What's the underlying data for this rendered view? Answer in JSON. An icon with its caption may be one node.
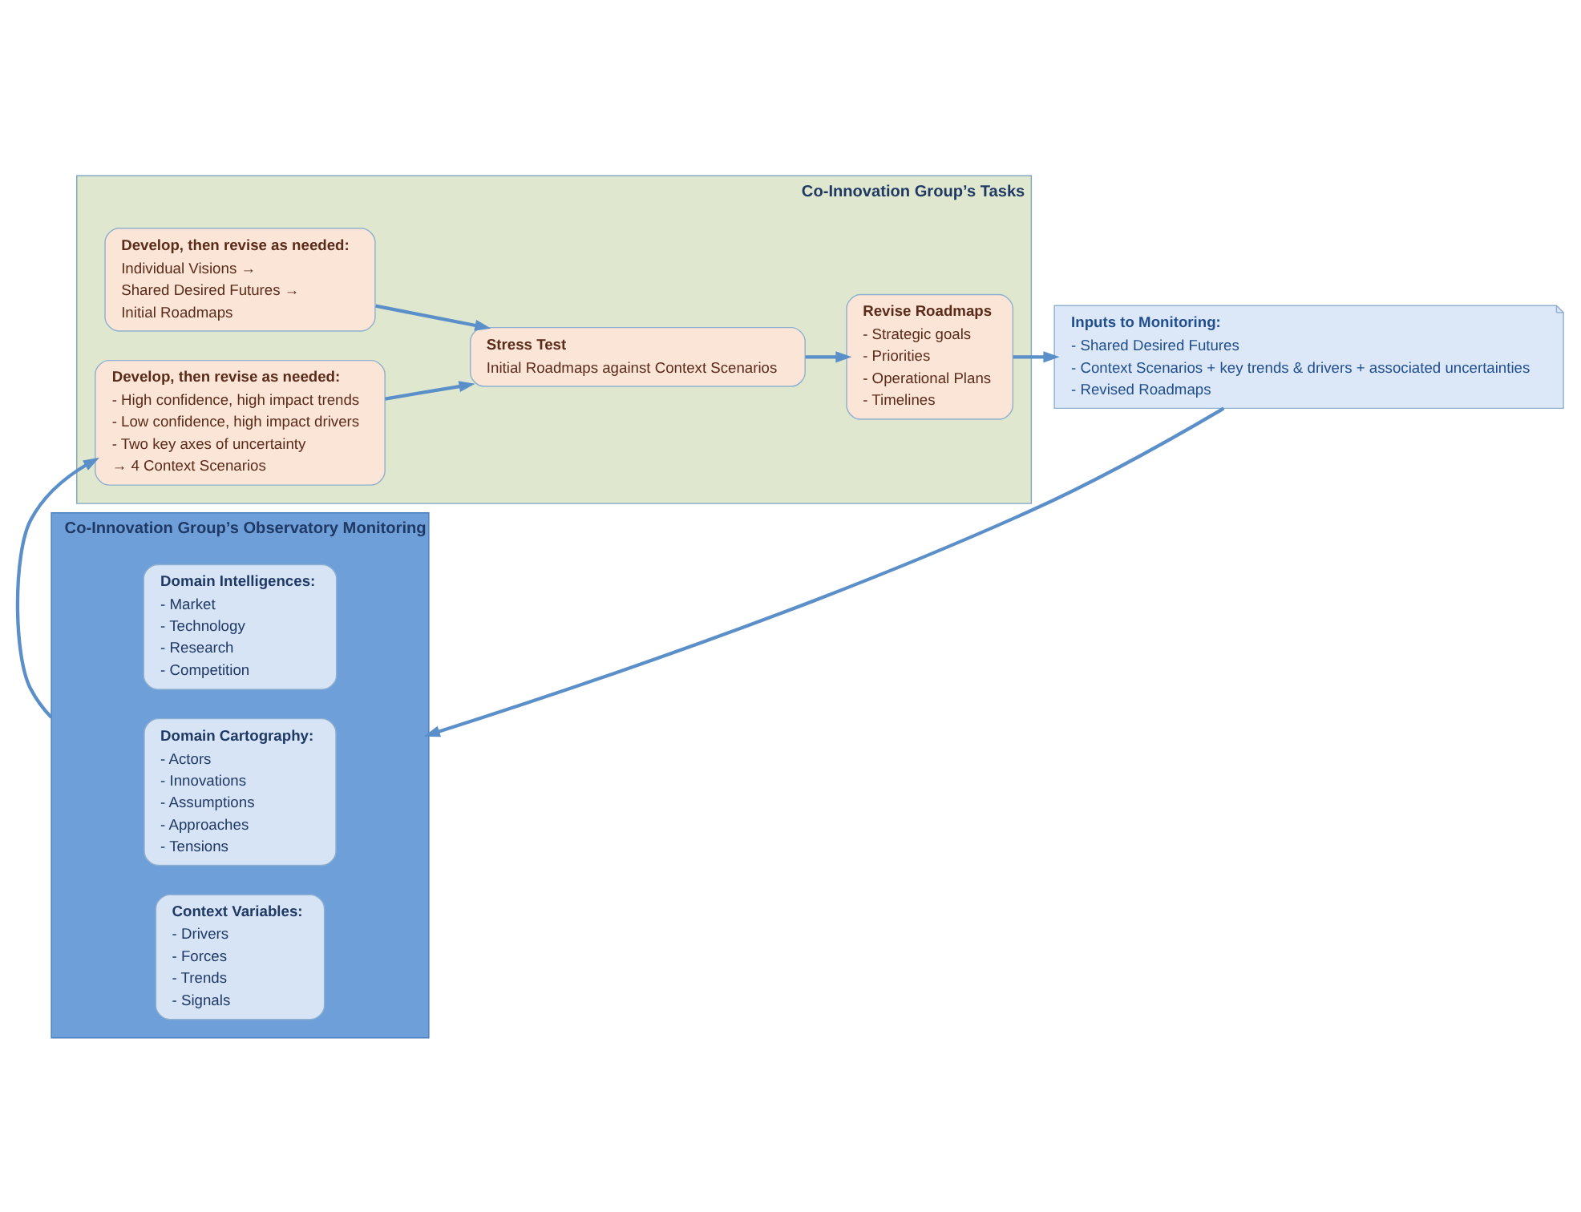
{
  "diagram": {
    "nodes": [
      {
        "text": [
          "Co-Innovation Group’s Tasks"
        ]
      },
      {
        "text": [
          "Develop, then revise as needed:",
          "Individual Visions →",
          "Shared Desired Futures →",
          "Initial Roadmaps"
        ],
        "in": 0
      },
      {
        "text": [
          "Develop, then revise as needed:",
          "- High confidence, high impact trends",
          "- Low confidence, high impact drivers",
          "- Two key axes of uncertainty",
          "→ 4 Context Scenarios"
        ],
        "in": 0
      },
      {
        "text": [
          "Stress Test",
          "Initial Roadmaps against Context Scenarios"
        ],
        "in": 0
      },
      {
        "text": [
          "Revise Roadmaps",
          "- Strategic goals",
          "- Priorities",
          "- Operational Plans",
          "- Timelines"
        ],
        "in": 0
      },
      {
        "text": [
          "Co-Innovation Group’s Observatory Monitoring"
        ]
      },
      {
        "text": [
          "Domain Intelligences:",
          "- Market",
          "- Technology",
          "- Research",
          "- Competition"
        ],
        "in": 5
      },
      {
        "text": [
          "Domain Cartography:",
          "- Actors",
          "- Innovations",
          "- Assumptions",
          "- Approaches",
          "- Tensions"
        ],
        "in": 5
      },
      {
        "text": [
          "Context Variables:",
          "- Drivers",
          "- Forces",
          "- Trends",
          "- Signals"
        ],
        "in": 5
      },
      {
        "text": [
          "Inputs to Monitoring:",
          "- Shared Desired Futures",
          "- Context Scenarios + key trends & drivers + associated uncertainties",
          "- Revised Roadmaps"
        ]
      }
    ],
    "edges": [
      {
        "from": 1,
        "to": 3,
        "arrow": "to"
      },
      {
        "from": 2,
        "to": 3,
        "arrow": "to"
      },
      {
        "from": 3,
        "to": 4,
        "arrow": "to"
      },
      {
        "from": 4,
        "to": 9,
        "arrow": "to"
      },
      {
        "from": 9,
        "to": 5,
        "arrow": "to"
      },
      {
        "from": 5,
        "to": 2,
        "arrow": "to"
      }
    ]
  }
}
